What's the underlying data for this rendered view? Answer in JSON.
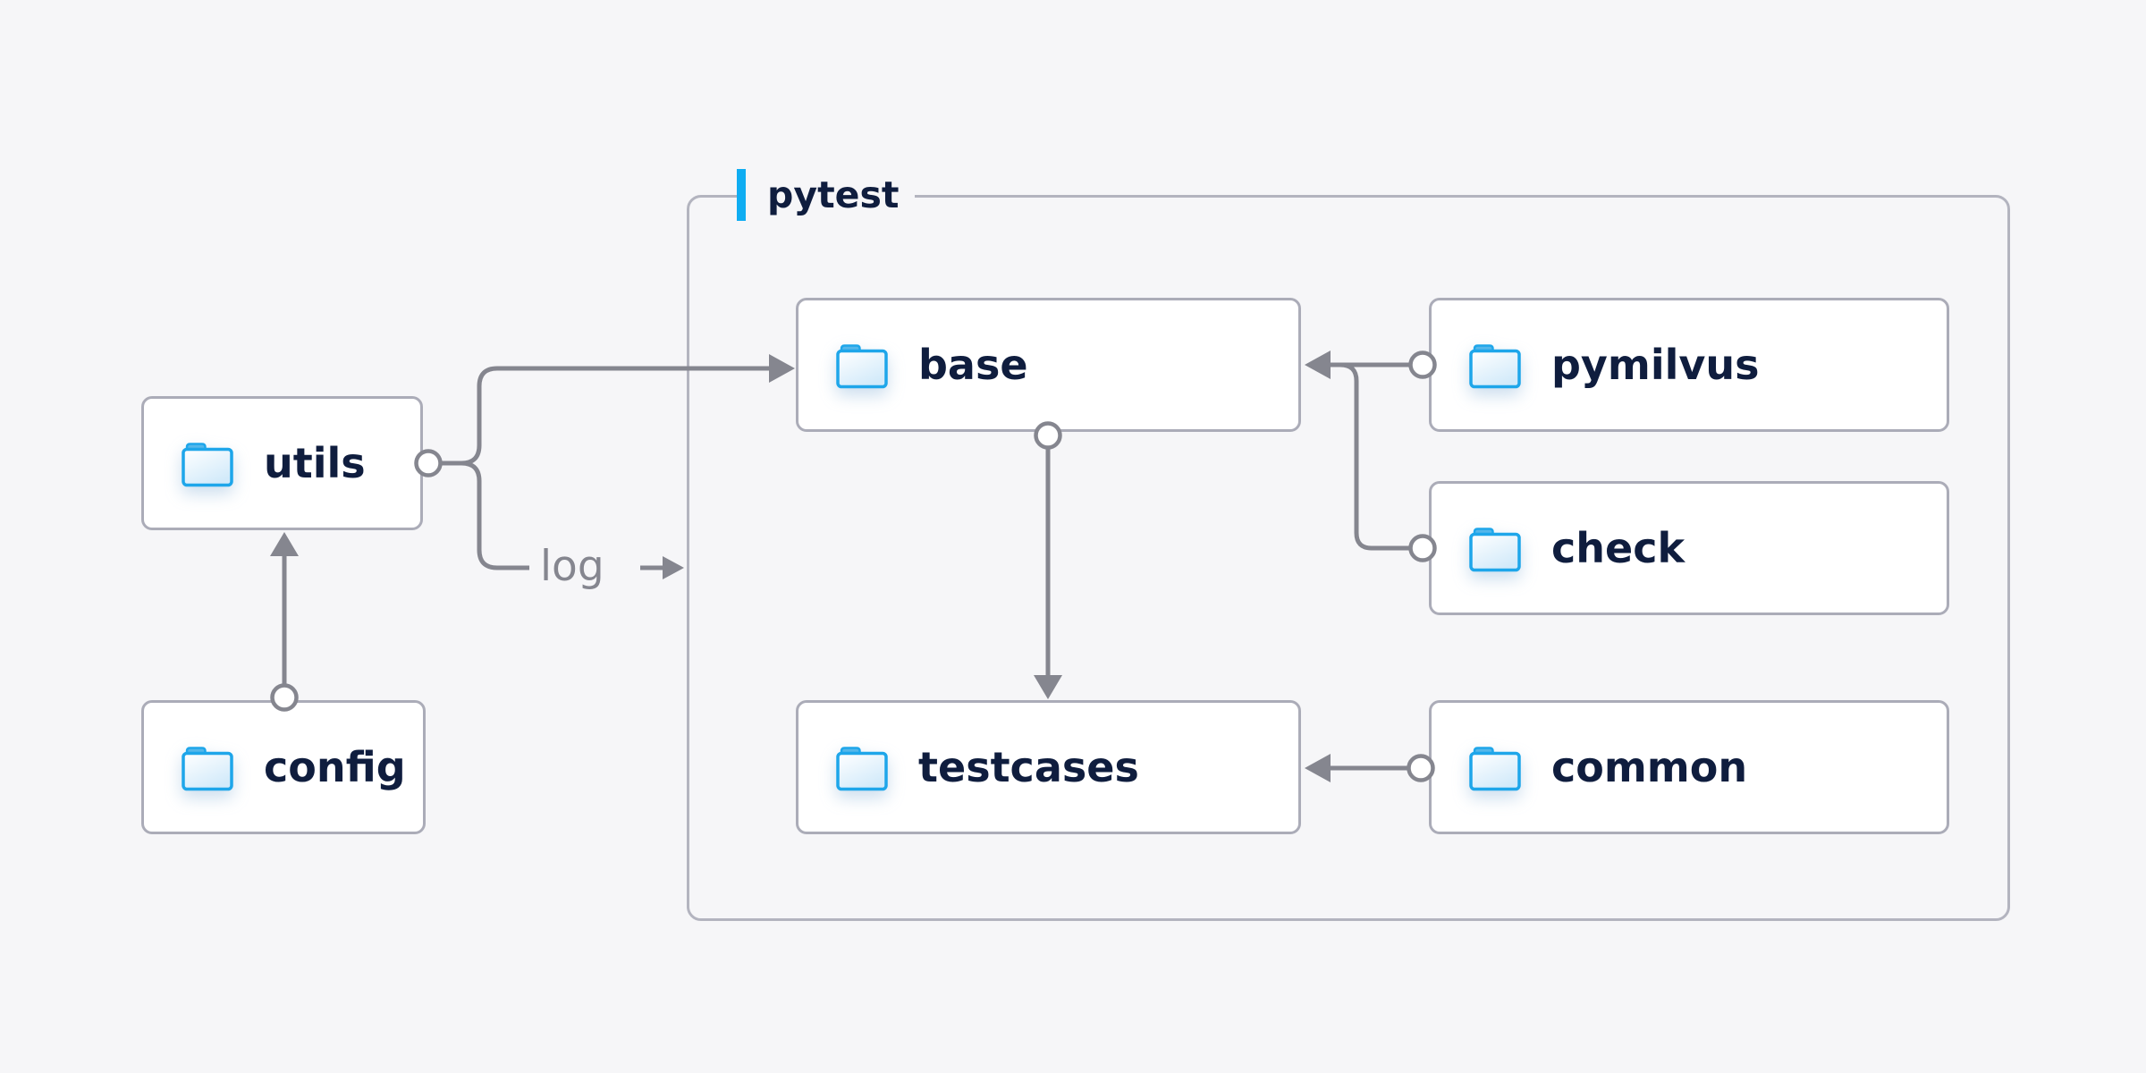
{
  "diagram": {
    "group": {
      "label": "pytest"
    },
    "nodes": [
      {
        "id": "utils",
        "label": "utils"
      },
      {
        "id": "config",
        "label": "config"
      },
      {
        "id": "base",
        "label": "base"
      },
      {
        "id": "pymilvus",
        "label": "pymilvus"
      },
      {
        "id": "check",
        "label": "check"
      },
      {
        "id": "testcases",
        "label": "testcases"
      },
      {
        "id": "common",
        "label": "common"
      }
    ],
    "edges": [
      {
        "from": "utils",
        "to": "base"
      },
      {
        "from": "utils",
        "to": "pytest-group",
        "label": "log"
      },
      {
        "from": "config",
        "to": "utils"
      },
      {
        "from": "base",
        "to": "testcases"
      },
      {
        "from": "pymilvus",
        "to": "base"
      },
      {
        "from": "check",
        "to": "base"
      },
      {
        "from": "common",
        "to": "testcases"
      }
    ],
    "edge_label_log": "log",
    "colors": {
      "background": "#f6f6f8",
      "node_fill": "#ffffff",
      "node_border": "#abacb8",
      "group_border": "#b3b4bf",
      "connector": "#85868f",
      "label_text": "#0f1d3e",
      "muted_text": "#85868f",
      "accent_blue": "#0fadf2",
      "folder_blue": "#1ea6ea"
    }
  }
}
